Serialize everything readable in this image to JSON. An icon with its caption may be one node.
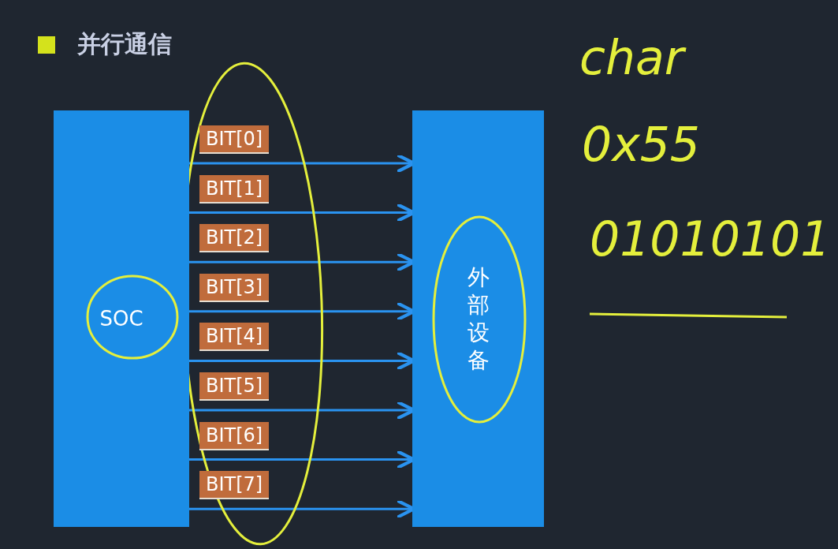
{
  "diagram": {
    "title": "并行通信",
    "nodes": [
      {
        "text": [
          "SOC"
        ]
      },
      {
        "text": [
          "外部设备"
        ]
      }
    ],
    "edges": [
      {
        "from": 0,
        "to": 1,
        "arrow": "to",
        "label": "BIT[0]"
      },
      {
        "from": 0,
        "to": 1,
        "arrow": "to",
        "label": "BIT[1]"
      },
      {
        "from": 0,
        "to": 1,
        "arrow": "to",
        "label": "BIT[2]"
      },
      {
        "from": 0,
        "to": 1,
        "arrow": "to",
        "label": "BIT[3]"
      },
      {
        "from": 0,
        "to": 1,
        "arrow": "to",
        "label": "BIT[4]"
      },
      {
        "from": 0,
        "to": 1,
        "arrow": "to",
        "label": "BIT[5]"
      },
      {
        "from": 0,
        "to": 1,
        "arrow": "to",
        "label": "BIT[6]"
      },
      {
        "from": 0,
        "to": 1,
        "arrow": "to",
        "label": "BIT[7]"
      }
    ],
    "labels": [
      "char",
      "0x55",
      "01010101"
    ]
  }
}
